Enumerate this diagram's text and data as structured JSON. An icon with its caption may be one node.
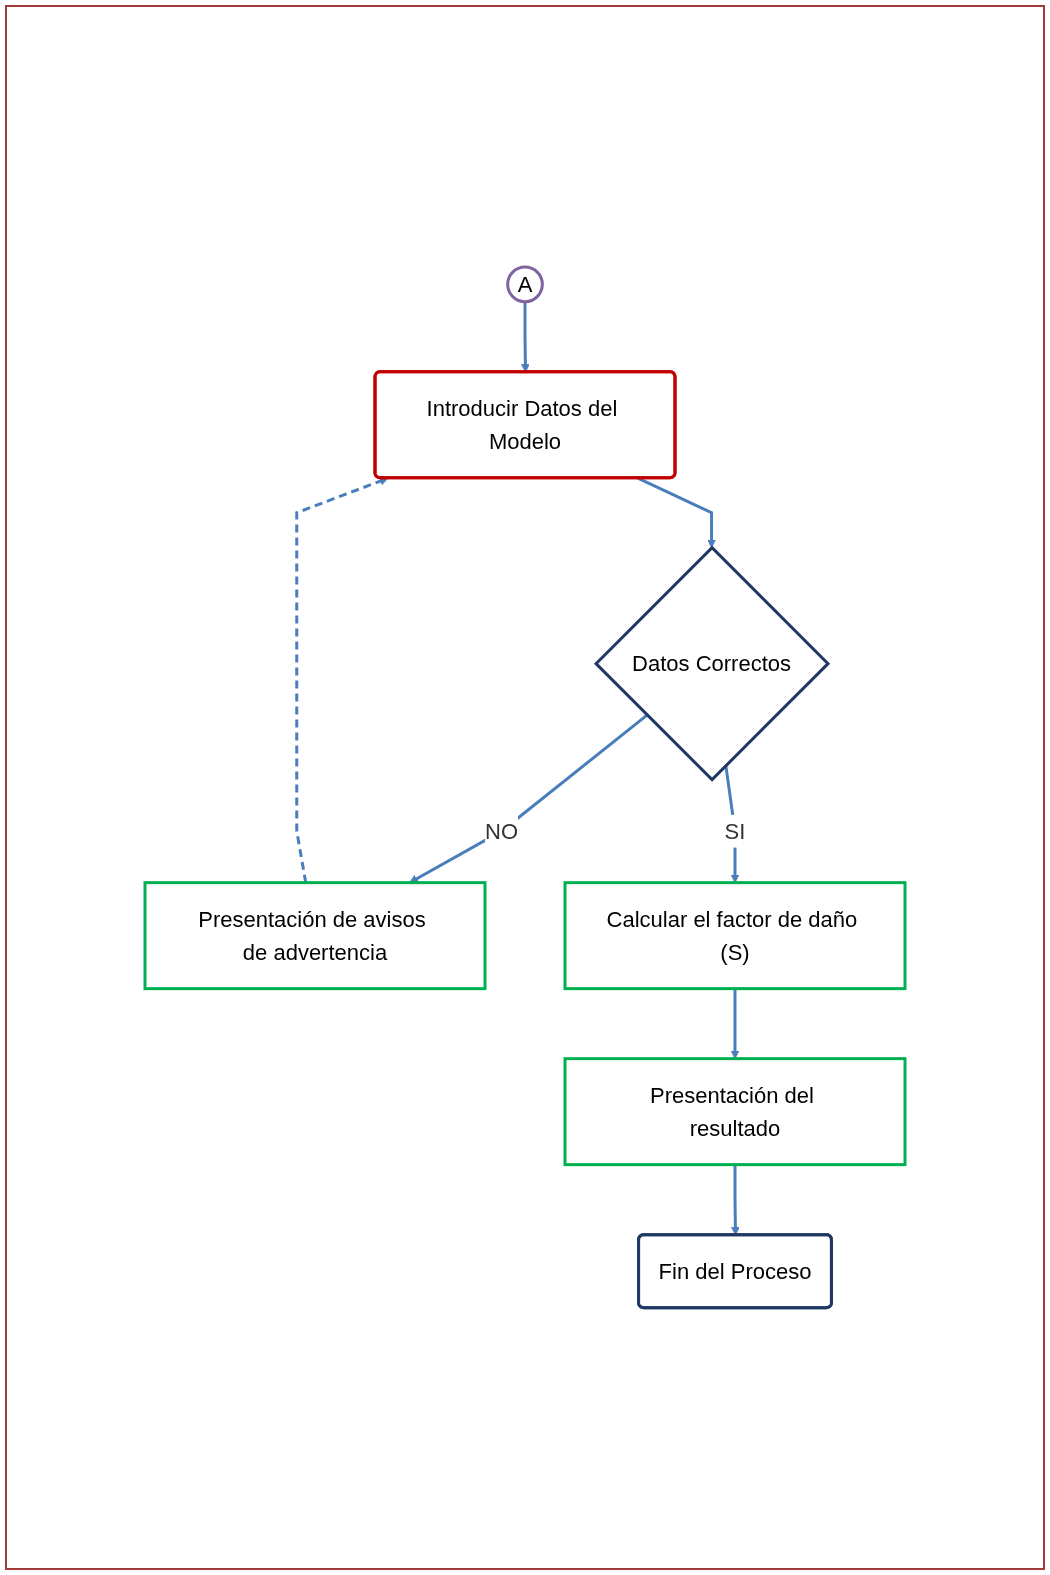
{
  "diagram": {
    "nodes": [
      {
        "text": [
          "A"
        ]
      },
      {
        "text": [
          "Introducir Datos del Modelo"
        ]
      },
      {
        "text": [
          "Datos Correctos"
        ]
      },
      {
        "text": [
          "Presentación de avisos de advertencia"
        ]
      },
      {
        "text": [
          "Calcular el factor de daño (S)"
        ]
      },
      {
        "text": [
          "Presentación del resultado"
        ]
      },
      {
        "text": [
          "Fin del Proceso"
        ]
      }
    ],
    "edges": [
      {
        "from": 0,
        "to": 1,
        "arrow": "to"
      },
      {
        "from": 1,
        "to": 2,
        "arrow": "to"
      },
      {
        "from": 2,
        "to": 3,
        "arrow": "to",
        "label": "NO"
      },
      {
        "from": 3,
        "to": 1,
        "arrow": "to",
        "style": "dashed"
      },
      {
        "from": 2,
        "to": 4,
        "arrow": "to",
        "label": "SI"
      },
      {
        "from": 4,
        "to": 5,
        "arrow": "to"
      },
      {
        "from": 5,
        "to": 6,
        "arrow": "to"
      }
    ]
  }
}
